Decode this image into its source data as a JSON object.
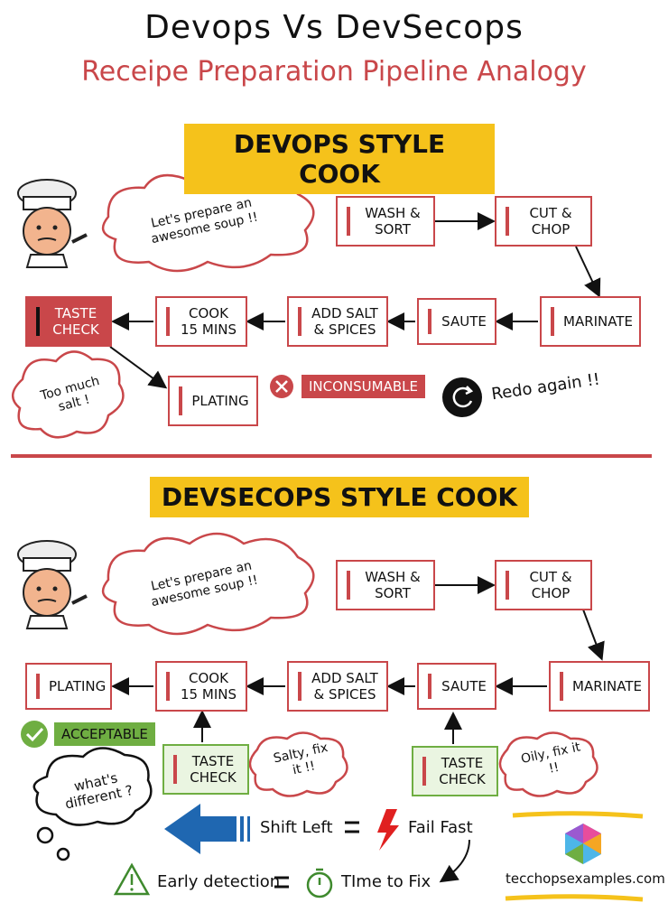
{
  "header": {
    "title": "Devops Vs DevSecops",
    "subtitle": "Receipe Preparation Pipeline Analogy"
  },
  "devops": {
    "banner": "DEVOPS STYLE COOK",
    "speech": "Let's prepare an awesome soup !!",
    "steps": {
      "wash": "WASH & SORT",
      "cut": "CUT & CHOP",
      "marinate": "MARINATE",
      "saute": "SAUTE",
      "salt": "ADD SALT & SPICES",
      "cook": "COOK 15 MINS",
      "taste": "TASTE CHECK",
      "plating": "PLATING"
    },
    "complaint": "Too much salt !",
    "status": "INCONSUMABLE",
    "redo": "Redo again !!"
  },
  "devsecops": {
    "banner": "DEVSECOPS STYLE COOK",
    "speech": "Let's prepare an awesome soup !!",
    "steps": {
      "wash": "WASH & SORT",
      "cut": "CUT & CHOP",
      "marinate": "MARINATE",
      "saute": "SAUTE",
      "salt": "ADD SALT & SPICES",
      "cook": "COOK 15 MINS",
      "plating": "PLATING",
      "taste1": "TASTE CHECK",
      "taste2": "TASTE CHECK"
    },
    "status": "ACCEPTABLE",
    "fix1": "Salty, fix it !!",
    "fix2": "Oily, fix it !!",
    "thought": "what's different ?",
    "shift_left": "Shift Left",
    "fail_fast": "Fail Fast",
    "early_detection": "Early detection",
    "time_to_fix": "TIme to Fix",
    "website": "tecchopsexamples.com"
  },
  "colors": {
    "red": "#c9474a",
    "yellow": "#f5c21b",
    "green": "#6fae42",
    "blue": "#1f67b1"
  }
}
